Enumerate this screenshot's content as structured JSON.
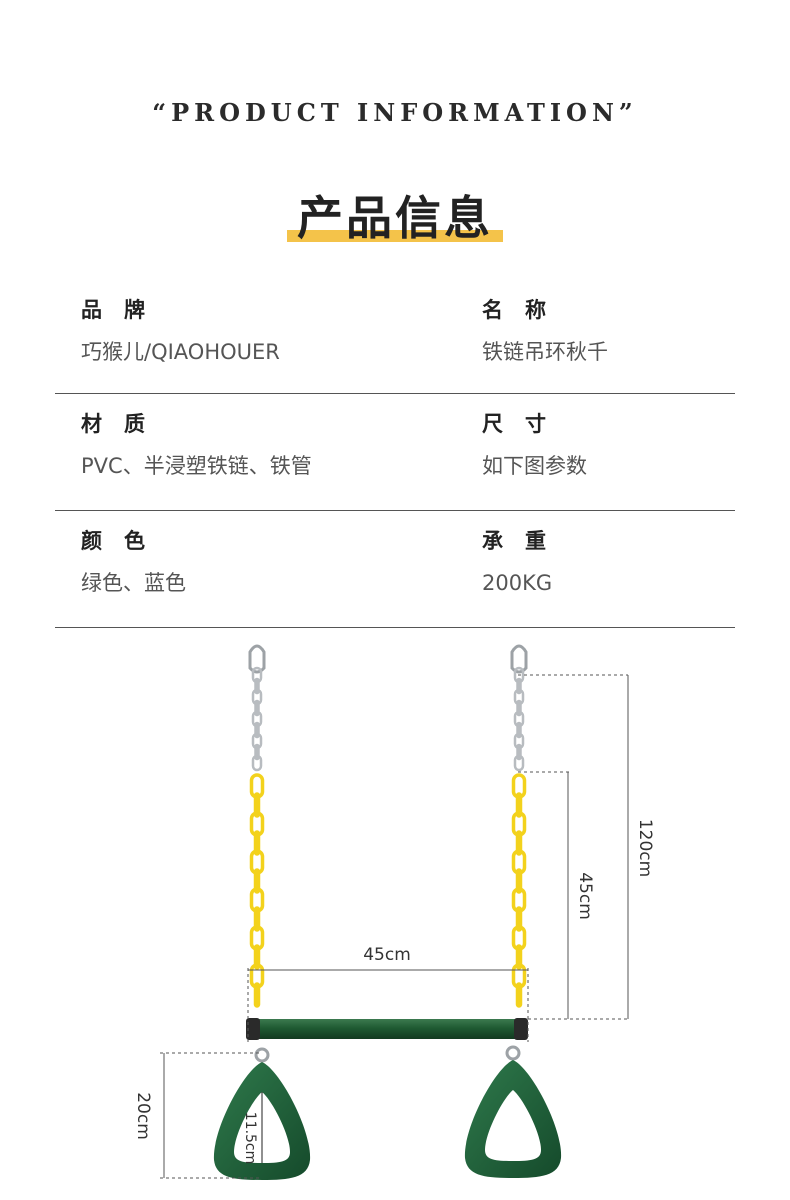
{
  "header": {
    "english_title": "“PRODUCT INFORMATION”",
    "chinese_title": "产品信息",
    "accent_color": "#f4c34a"
  },
  "specs": [
    {
      "left": {
        "label": "品牌",
        "value": "巧猴儿/QIAOHOUER"
      },
      "right": {
        "label": "名称",
        "value": "铁链吊环秋千"
      }
    },
    {
      "left": {
        "label": "材质",
        "value": "PVC、半浸塑铁链、铁管"
      },
      "right": {
        "label": "尺寸",
        "value": "如下图参数"
      }
    },
    {
      "left": {
        "label": "颜色",
        "value": "绿色、蓝色"
      },
      "right": {
        "label": "承重",
        "value": "200KG"
      }
    }
  ],
  "diagram": {
    "bar_width": "45cm",
    "chain_yellow_length": "45cm",
    "total_height": "120cm",
    "ring_height": "20cm",
    "ring_inner": "11.5cm",
    "colors": {
      "bar": "#1f5a32",
      "ring": "#1d5e3a",
      "chain_yellow": "#f3d21c",
      "chain_metal": "#b8bcc0"
    }
  }
}
